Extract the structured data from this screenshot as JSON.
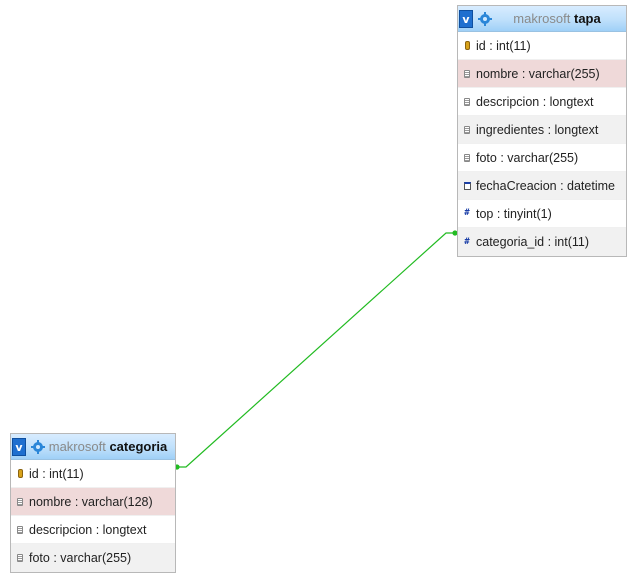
{
  "tables": {
    "tapa": {
      "db": "makrosoft",
      "name": "tapa",
      "toggle": "v",
      "columns": [
        {
          "text": "id : int(11)",
          "icon": "key-icon"
        },
        {
          "text": "nombre : varchar(255)",
          "icon": "text-icon"
        },
        {
          "text": "descripcion : longtext",
          "icon": "text-icon"
        },
        {
          "text": "ingredientes : longtext",
          "icon": "text-icon"
        },
        {
          "text": "foto : varchar(255)",
          "icon": "text-icon"
        },
        {
          "text": "fechaCreacion : datetime",
          "icon": "date-icon"
        },
        {
          "text": "top : tinyint(1)",
          "icon": "number-icon"
        },
        {
          "text": "categoria_id : int(11)",
          "icon": "number-icon"
        }
      ]
    },
    "categoria": {
      "db": "makrosoft",
      "name": "categoria",
      "toggle": "v",
      "columns": [
        {
          "text": "id : int(11)",
          "icon": "key-icon"
        },
        {
          "text": "nombre : varchar(128)",
          "icon": "text-icon"
        },
        {
          "text": "descripcion : longtext",
          "icon": "text-icon"
        },
        {
          "text": "foto : varchar(255)",
          "icon": "text-icon"
        }
      ]
    }
  },
  "relation": {
    "from": "categoria.id",
    "to": "tapa.categoria_id",
    "color": "#22bb22"
  },
  "colors": {
    "header_gradient_top": "#d8ecff",
    "header_gradient_bottom": "#9fd0f7",
    "highlight_row": "#efd9d9",
    "alt_row": "#f1f1f1"
  }
}
